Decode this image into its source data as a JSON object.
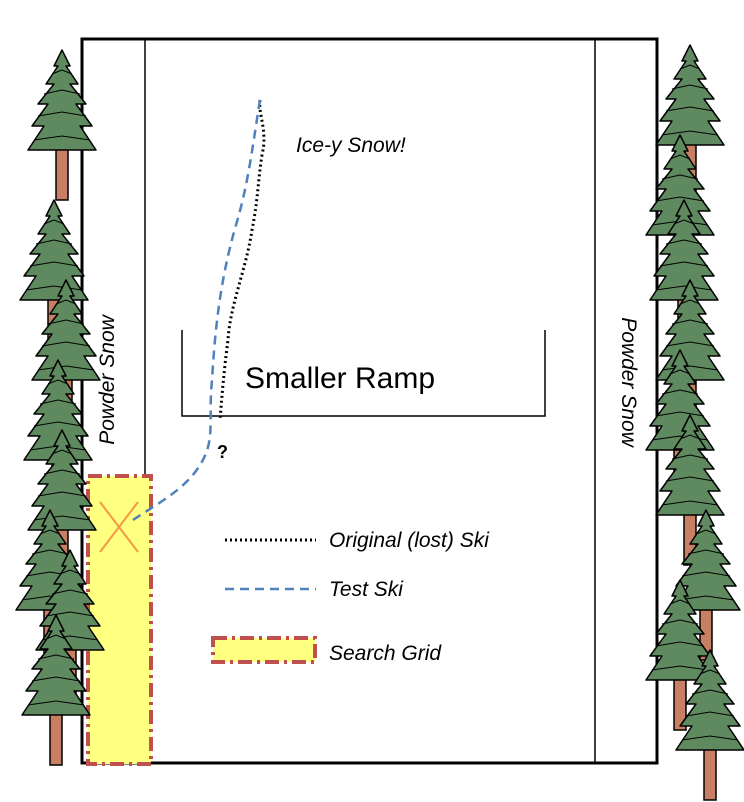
{
  "labels": {
    "ice_snow": "Ice-y Snow!",
    "powder_left": "Powder Snow",
    "powder_right": "Powder Snow",
    "ramp": "Smaller Ramp",
    "question": "?"
  },
  "legend": {
    "original": "Original (lost) Ski",
    "test": "Test Ski",
    "grid": "Search Grid"
  },
  "colors": {
    "tree_foliage": "#5f8a60",
    "tree_trunk": "#c87f63",
    "search_fill": "#ffff80",
    "search_border": "#c0504d",
    "test_ski": "#4f81bd",
    "marker_x": "#f79646"
  }
}
